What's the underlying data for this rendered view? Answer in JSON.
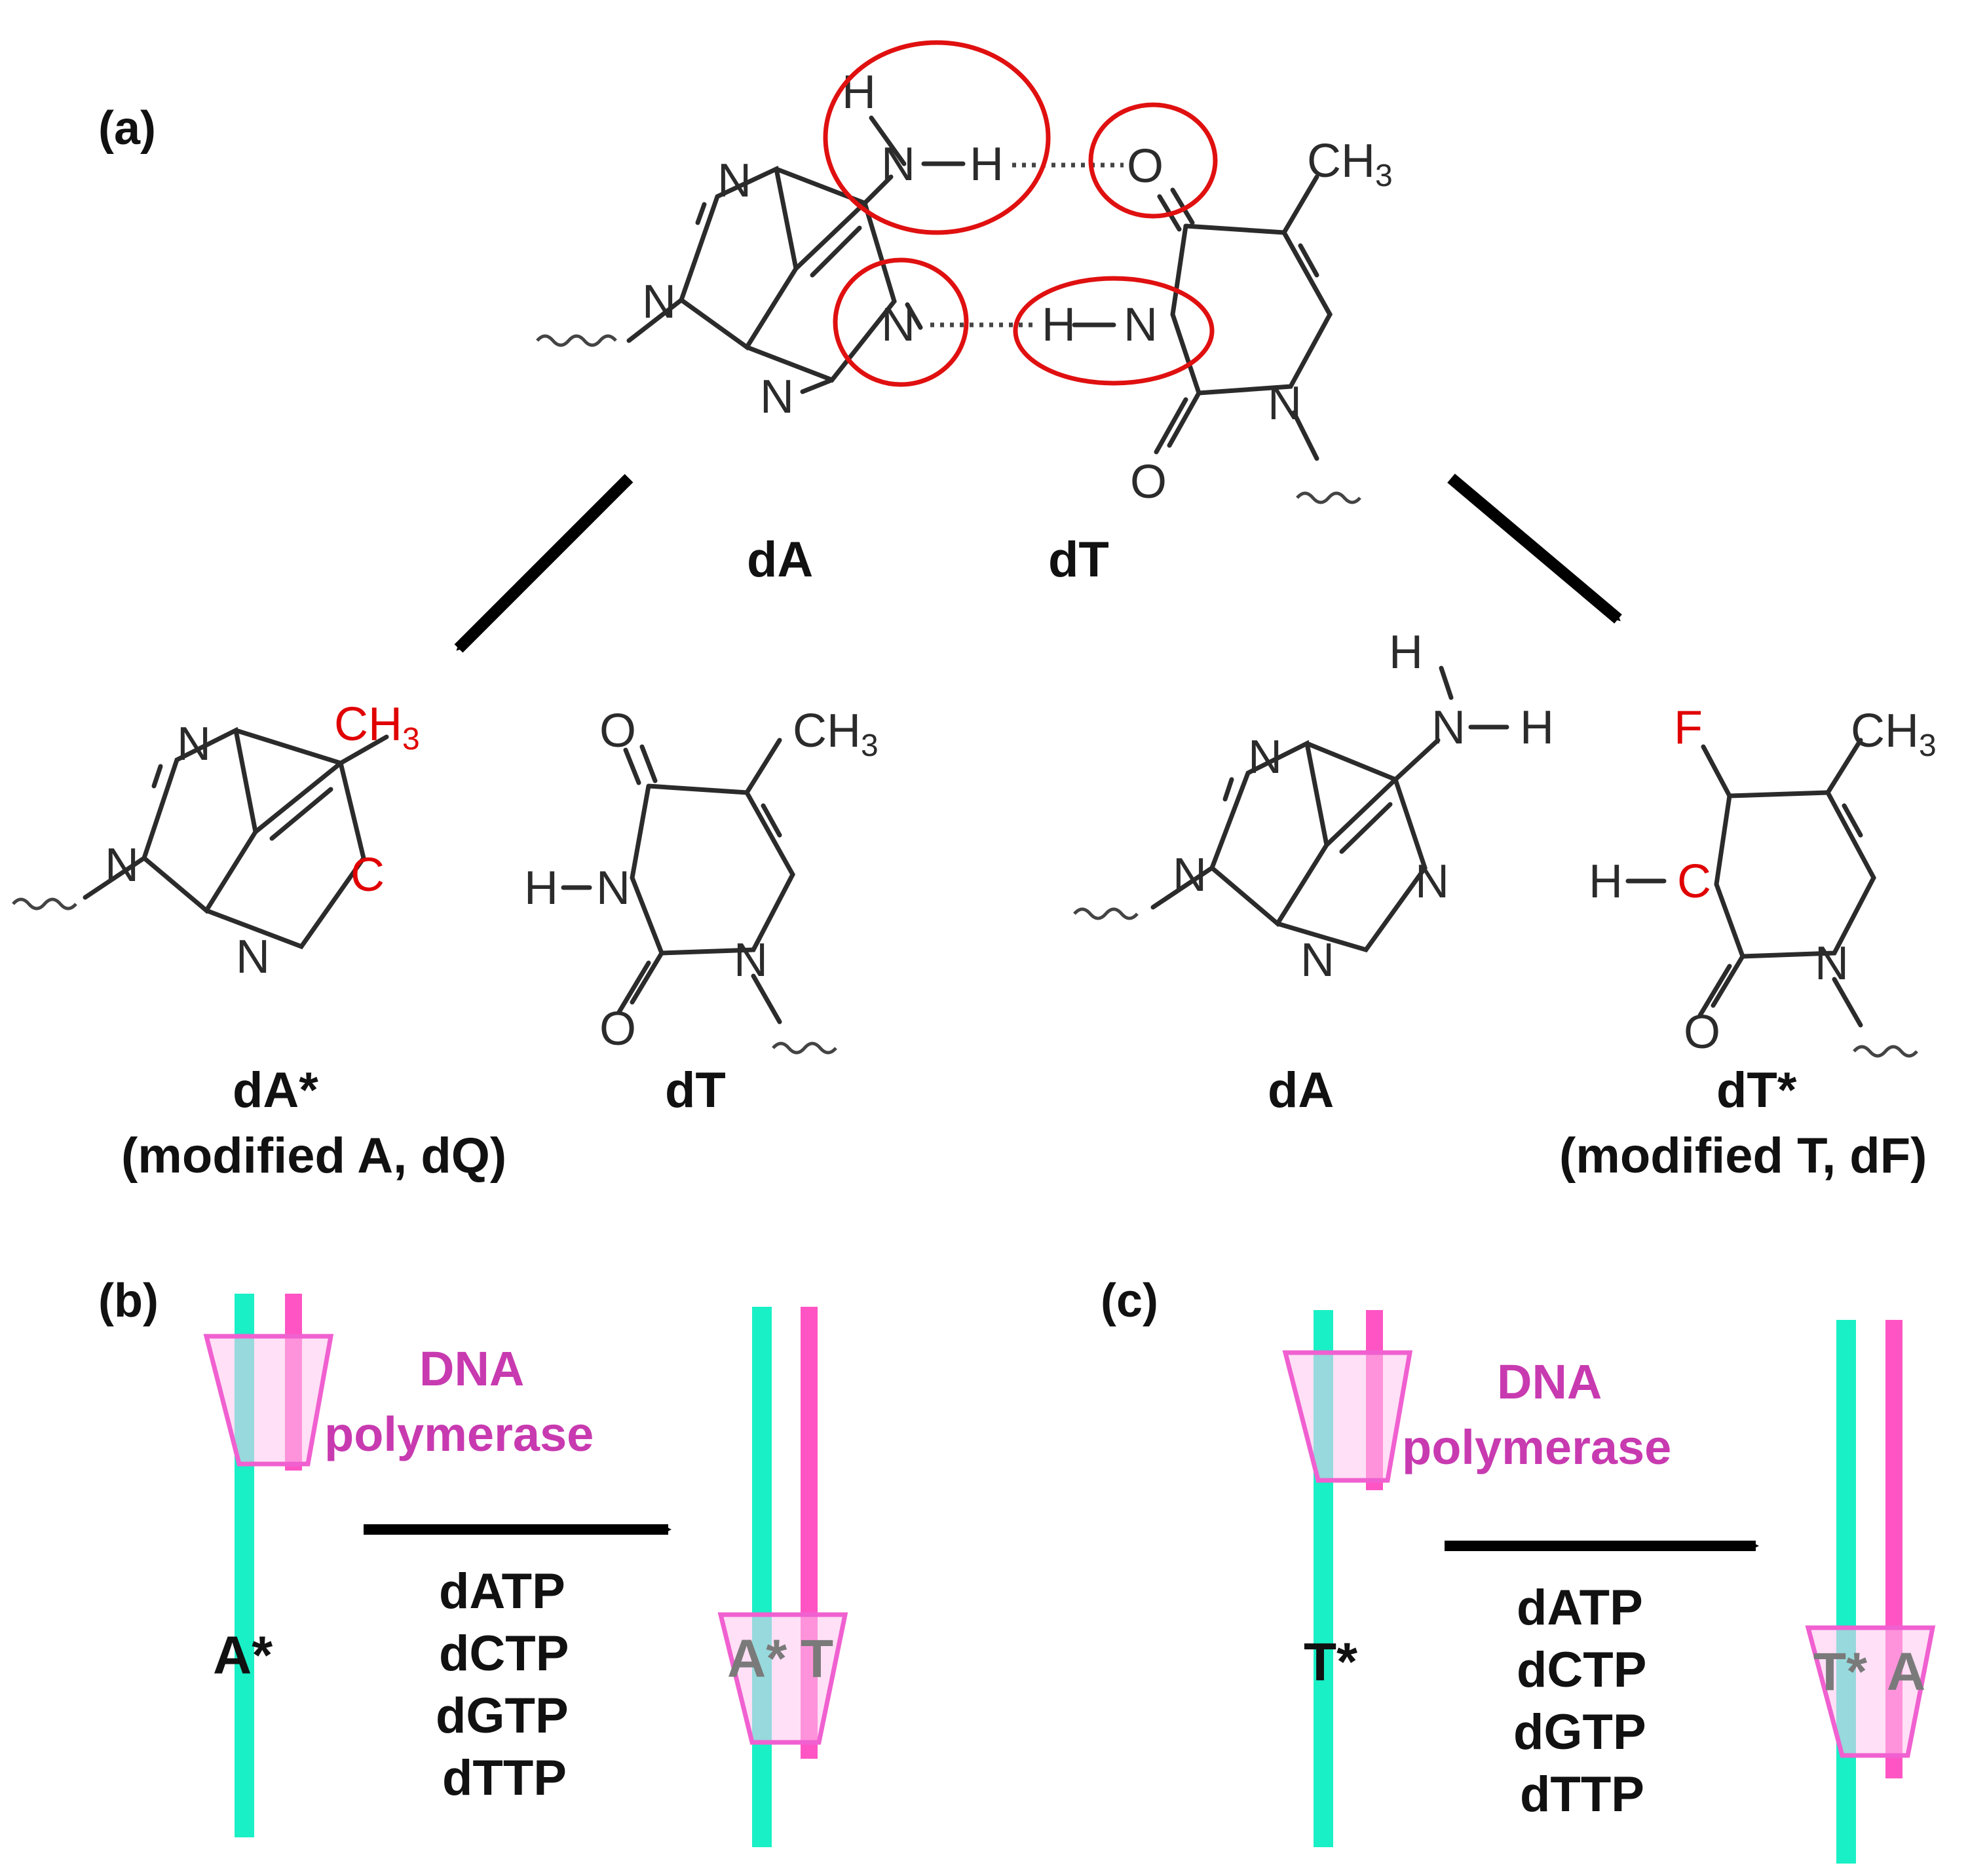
{
  "panels": {
    "a": "(a)",
    "b": "(b)",
    "c": "(c)"
  },
  "atoms": {
    "H": "H",
    "N": "N",
    "O": "O",
    "CH": "CH",
    "three": "3",
    "C": "C",
    "F": "F"
  },
  "top_pair": {
    "left": "dA",
    "right": "dT"
  },
  "bottom_left": {
    "mod_label": "dA*",
    "mod_sub": "(modified  A, dQ)",
    "partner": "dT"
  },
  "bottom_right": {
    "partner": "dA",
    "mod_label": "dT*",
    "mod_sub": "(modified  T, dF)"
  },
  "panel_b": {
    "enzyme_line1": "DNA",
    "enzyme_line2": "polymerase",
    "template_base": "A*",
    "pair_left": "A*",
    "pair_right": "T",
    "dntps": [
      "dATP",
      "dCTP",
      "dGTP",
      "dTTP"
    ]
  },
  "panel_c": {
    "enzyme_line1": "DNA",
    "enzyme_line2": "polymerase",
    "template_base": "T*",
    "pair_left": "T*",
    "pair_right": "A",
    "dntps": [
      "dATP",
      "dCTP",
      "dGTP",
      "dTTP"
    ]
  },
  "colors": {
    "template_strand": "#19f0c6",
    "primer_strand": "#ff55c4",
    "polymerase_outline": "#f060d0",
    "polymerase_label": "#c83ab0",
    "highlight": "#e01010",
    "modified_atom": "#e00000"
  }
}
